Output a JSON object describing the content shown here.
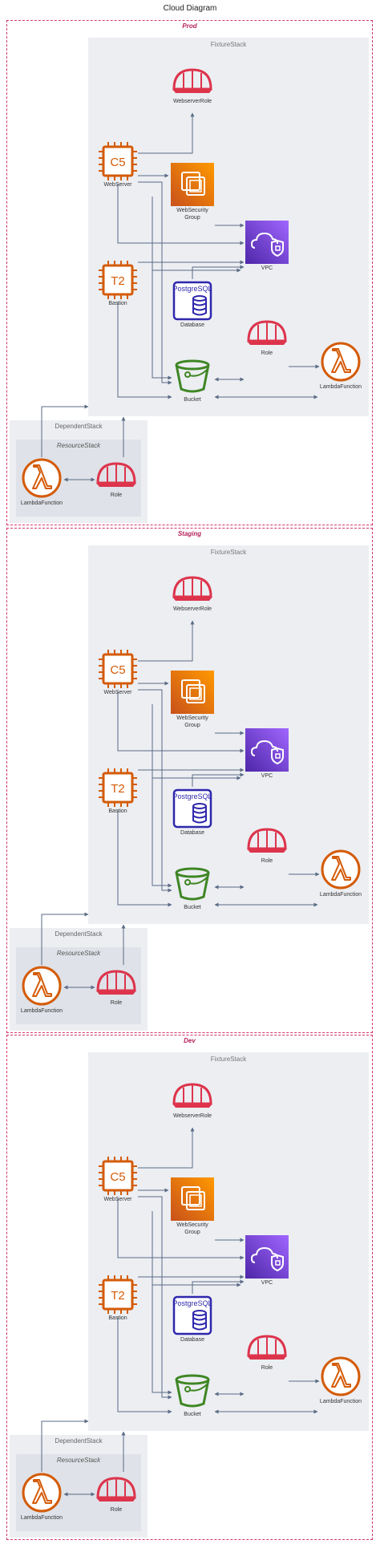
{
  "title": "Cloud Diagram",
  "colors": {
    "env_border": "#d6336c",
    "compute": "#d45b07",
    "security": "#dd344c",
    "storage": "#3f8624",
    "database": "#2e27ad",
    "network": "#8c4fff",
    "edge": "#5a6b86"
  },
  "environments": [
    {
      "label": "Prod",
      "fixture_stack": "FixtureStack",
      "dependent_stack": "DependentStack",
      "resource_stack": "ResourceStack",
      "nodes": {
        "webserver_role": {
          "label": "WebserverRole",
          "icon": "iam-role-icon"
        },
        "webserver": {
          "label": "WebServer",
          "icon": "ec2-instance-icon",
          "chip": "C5"
        },
        "security_group": {
          "label": "WebSecurity\nGroup",
          "icon": "security-group-icon"
        },
        "vpc": {
          "label": "VPC",
          "icon": "vpc-icon"
        },
        "bastion": {
          "label": "Bastion",
          "icon": "ec2-instance-icon",
          "chip": "T2"
        },
        "database": {
          "label": "Database",
          "icon": "postgresql-database-icon",
          "chip": "PostgreSQL"
        },
        "role": {
          "label": "Role",
          "icon": "iam-role-icon"
        },
        "lambda": {
          "label": "LambdaFunction",
          "icon": "lambda-icon"
        },
        "bucket": {
          "label": "Bucket",
          "icon": "s3-bucket-icon"
        },
        "dep_lambda": {
          "label": "LambdaFunction",
          "icon": "lambda-icon"
        },
        "dep_role": {
          "label": "Role",
          "icon": "iam-role-icon"
        }
      }
    },
    {
      "label": "Staging",
      "fixture_stack": "FixtureStack",
      "dependent_stack": "DependentStack",
      "resource_stack": "ResourceStack",
      "nodes": {
        "webserver_role": {
          "label": "WebserverRole",
          "icon": "iam-role-icon"
        },
        "webserver": {
          "label": "WebServer",
          "icon": "ec2-instance-icon",
          "chip": "C5"
        },
        "security_group": {
          "label": "WebSecurity\nGroup",
          "icon": "security-group-icon"
        },
        "vpc": {
          "label": "VPC",
          "icon": "vpc-icon"
        },
        "bastion": {
          "label": "Bastion",
          "icon": "ec2-instance-icon",
          "chip": "T2"
        },
        "database": {
          "label": "Database",
          "icon": "postgresql-database-icon",
          "chip": "PostgreSQL"
        },
        "role": {
          "label": "Role",
          "icon": "iam-role-icon"
        },
        "lambda": {
          "label": "LambdaFunction",
          "icon": "lambda-icon"
        },
        "bucket": {
          "label": "Bucket",
          "icon": "s3-bucket-icon"
        },
        "dep_lambda": {
          "label": "LambdaFunction",
          "icon": "lambda-icon"
        },
        "dep_role": {
          "label": "Role",
          "icon": "iam-role-icon"
        }
      }
    },
    {
      "label": "Dev",
      "fixture_stack": "FixtureStack",
      "dependent_stack": "DependentStack",
      "resource_stack": "ResourceStack",
      "nodes": {
        "webserver_role": {
          "label": "WebserverRole",
          "icon": "iam-role-icon"
        },
        "webserver": {
          "label": "WebServer",
          "icon": "ec2-instance-icon",
          "chip": "C5"
        },
        "security_group": {
          "label": "WebSecurity\nGroup",
          "icon": "security-group-icon"
        },
        "vpc": {
          "label": "VPC",
          "icon": "vpc-icon"
        },
        "bastion": {
          "label": "Bastion",
          "icon": "ec2-instance-icon",
          "chip": "T2"
        },
        "database": {
          "label": "Database",
          "icon": "postgresql-database-icon",
          "chip": "PostgreSQL"
        },
        "role": {
          "label": "Role",
          "icon": "iam-role-icon"
        },
        "lambda": {
          "label": "LambdaFunction",
          "icon": "lambda-icon"
        },
        "bucket": {
          "label": "Bucket",
          "icon": "s3-bucket-icon"
        },
        "dep_lambda": {
          "label": "LambdaFunction",
          "icon": "lambda-icon"
        },
        "dep_role": {
          "label": "Role",
          "icon": "iam-role-icon"
        }
      }
    }
  ]
}
